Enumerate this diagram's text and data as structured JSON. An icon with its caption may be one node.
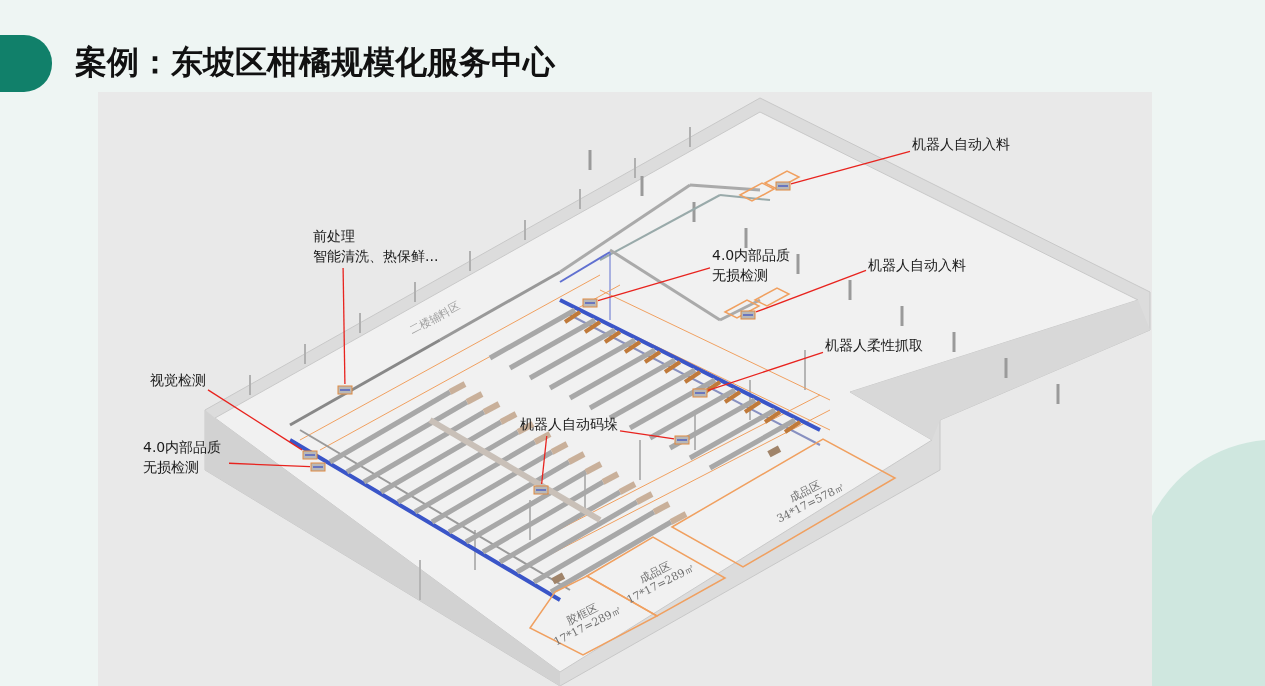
{
  "diagram": {
    "title": "案例：东坡区柑橘规模化服务中心",
    "nodes": [
      {
        "text": [
          "机器人自动入料"
        ]
      },
      {
        "text": [],
        "shape": "picture"
      },
      {
        "text": [
          "前处理",
          "智能清洗、热保鲜..."
        ]
      },
      {
        "text": [],
        "shape": "picture"
      },
      {
        "text": [
          "4.0内部品质无损检测"
        ]
      },
      {
        "text": [],
        "shape": "picture"
      },
      {
        "text": [
          "机器人自动入料"
        ]
      },
      {
        "text": [],
        "shape": "picture"
      },
      {
        "text": [
          "视觉检测"
        ]
      },
      {
        "text": [],
        "shape": "picture"
      },
      {
        "text": [
          "机器人柔性抓取"
        ]
      },
      {
        "text": [],
        "shape": "picture"
      },
      {
        "text": [
          "4.0内部品质无损检测"
        ]
      },
      {
        "text": [],
        "shape": "picture"
      },
      {
        "text": [
          "机器人自动码垛"
        ]
      },
      {
        "text": [],
        "shape": "picture"
      },
      {
        "text": [],
        "shape": "picture"
      }
    ],
    "edges": [
      {
        "from": 0,
        "to": 1,
        "arrow": "none"
      },
      {
        "from": 2,
        "to": 3,
        "arrow": "none"
      },
      {
        "from": 4,
        "to": 5,
        "arrow": "none"
      },
      {
        "from": 6,
        "to": 7,
        "arrow": "none"
      },
      {
        "from": 8,
        "to": 9,
        "arrow": "none"
      },
      {
        "from": 10,
        "to": 11,
        "arrow": "none"
      },
      {
        "from": 12,
        "to": 13,
        "arrow": "none"
      },
      {
        "from": 14,
        "to": 15,
        "arrow": "none"
      },
      {
        "from": 14,
        "to": 16,
        "arrow": "none"
      }
    ],
    "labels": [
      "二楼辅料区",
      "成品区 34*17=578㎡",
      "成品区 17*17=289㎡",
      "胶框区 17*17=289㎡"
    ]
  }
}
